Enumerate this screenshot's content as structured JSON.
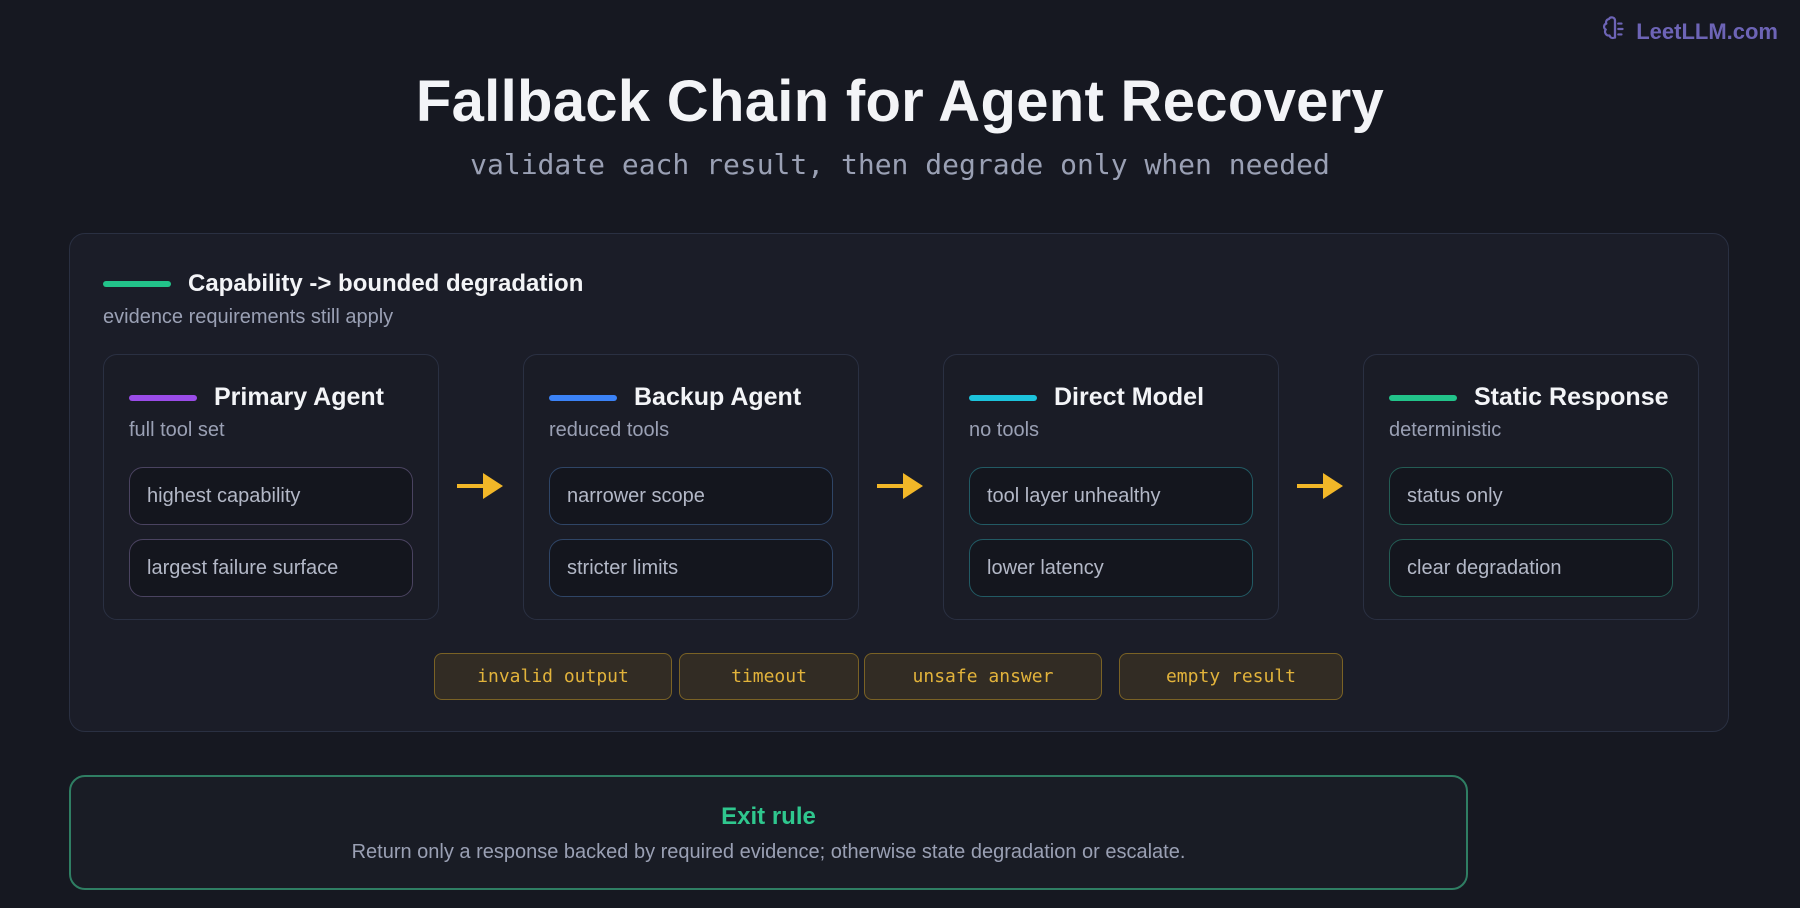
{
  "brand": {
    "name": "LeetLLM.com",
    "icon": "brain-icon",
    "color": "#6d64b6"
  },
  "header": {
    "title": "Fallback Chain for Agent Recovery",
    "subtitle": "validate each result, then degrade only when needed"
  },
  "panel": {
    "title": "Capability -> bounded degradation",
    "subtitle": "evidence requirements still apply",
    "accent": "#22c38a",
    "stages": [
      {
        "title": "Primary Agent",
        "subtitle": "full tool set",
        "accent": "#9a4ce8",
        "border": "#4a4360",
        "items": [
          "highest capability",
          "largest failure surface"
        ]
      },
      {
        "title": "Backup Agent",
        "subtitle": "reduced tools",
        "accent": "#3b82f6",
        "border": "#2f4566",
        "items": [
          "narrower scope",
          "stricter limits"
        ]
      },
      {
        "title": "Direct Model",
        "subtitle": "no tools",
        "accent": "#1cc3dc",
        "border": "#225a64",
        "items": [
          "tool layer unhealthy",
          "lower latency"
        ]
      },
      {
        "title": "Static Response",
        "subtitle": "deterministic",
        "accent": "#22c38a",
        "border": "#245c54",
        "items": [
          "status only",
          "clear degradation"
        ]
      }
    ],
    "arrow_color": "#f2b728",
    "triggers": [
      "invalid output",
      "timeout",
      "unsafe answer",
      "empty result"
    ]
  },
  "exit_rule": {
    "title": "Exit rule",
    "text": "Return only a response backed by required evidence; otherwise state degradation or escalate."
  }
}
